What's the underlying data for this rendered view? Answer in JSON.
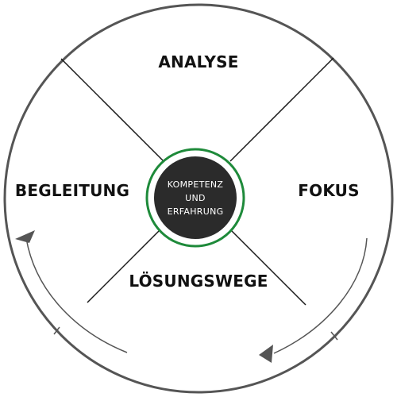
{
  "diagram": {
    "sectors": {
      "top": "ANALYSE",
      "right": "FOKUS",
      "bottom": "LÖSUNGSWEGE",
      "left": "BEGLEITUNG"
    },
    "center": {
      "line1": "KOMPETENZ",
      "line2": "UND",
      "line3": "ERFAHRUNG"
    },
    "colors": {
      "outline": "#555555",
      "divider": "#1a1a1a",
      "center_fill": "#2b2b2b",
      "center_ring": "#1e8a3a",
      "arrow": "#555555"
    }
  }
}
